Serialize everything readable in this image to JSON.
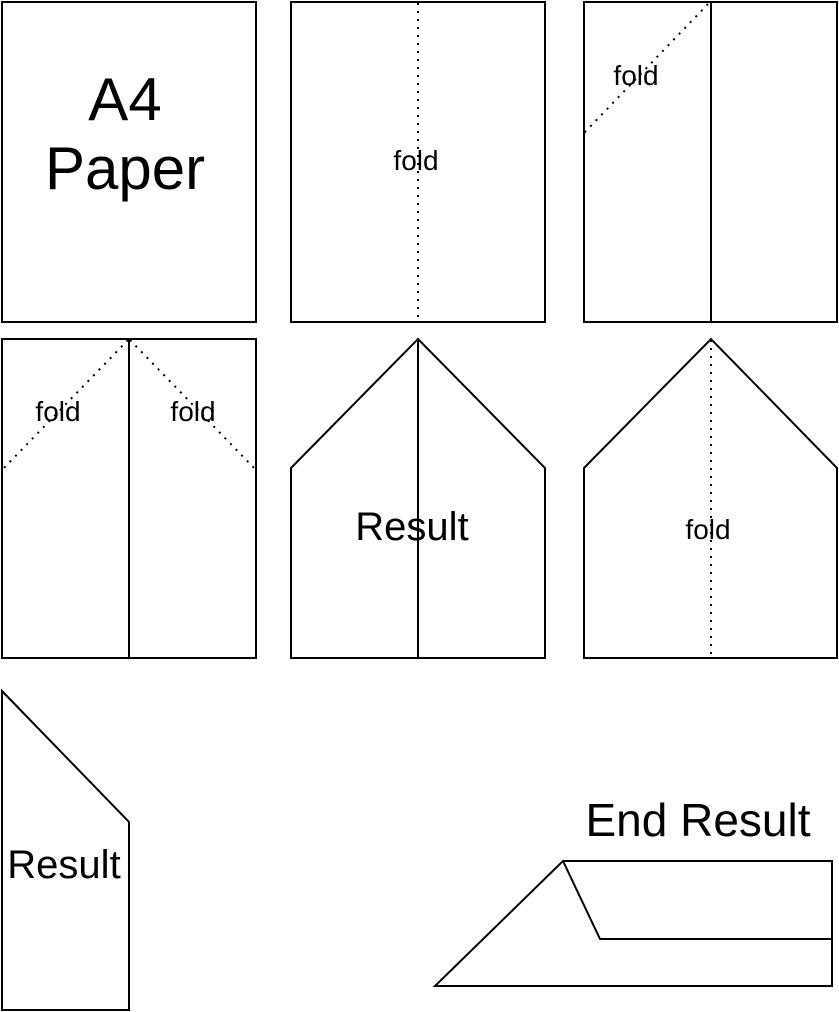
{
  "steps": {
    "paper": {
      "line1": "A4",
      "line2": "Paper"
    },
    "step2": {
      "fold": "fold"
    },
    "step3": {
      "fold": "fold"
    },
    "step4": {
      "fold_left": "fold",
      "fold_right": "fold"
    },
    "step5": {
      "label": "Result"
    },
    "step6": {
      "fold": "fold"
    },
    "step7": {
      "label": "Result"
    },
    "end": {
      "label": "End Result"
    }
  }
}
